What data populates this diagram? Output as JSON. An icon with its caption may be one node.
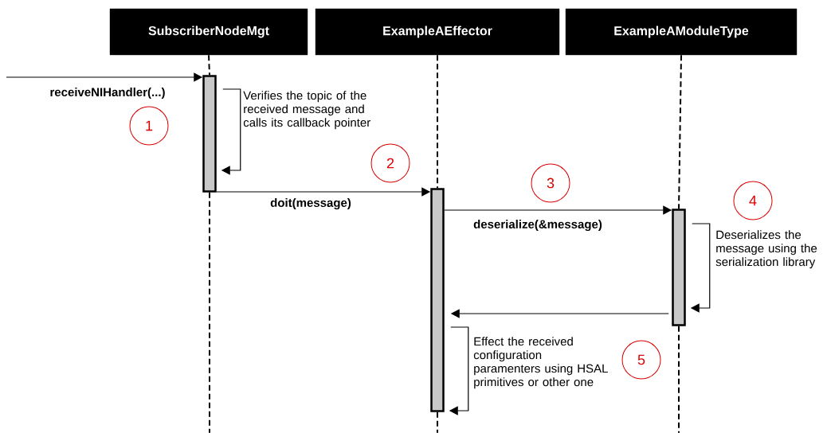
{
  "diagram": {
    "nodes": [
      {
        "text": [
          "SubscriberNodeMgt"
        ]
      },
      {
        "text": [
          "ExampleAEffector"
        ]
      },
      {
        "text": [
          "ExampleAModuleType"
        ]
      },
      {
        "text": [],
        "shape": "bar"
      },
      {
        "text": [],
        "shape": "bar"
      },
      {
        "text": [],
        "shape": "bar"
      },
      {
        "text": [
          "1"
        ]
      },
      {
        "text": [
          "2"
        ]
      },
      {
        "text": [
          "3"
        ]
      },
      {
        "text": [
          "4"
        ]
      },
      {
        "text": [
          "5"
        ]
      }
    ],
    "edges": [
      {
        "from": 0,
        "to": 3,
        "arrow": "none",
        "style": "dashed"
      },
      {
        "from": 1,
        "to": 4,
        "arrow": "none",
        "style": "dashed"
      },
      {
        "from": 2,
        "to": 5,
        "arrow": "none",
        "style": "dashed"
      },
      {
        "from": null,
        "to": 3,
        "arrow": "to",
        "label": "receiveNIHandler(...)"
      },
      {
        "from": 3,
        "to": 3,
        "arrow": "to",
        "label": "Verifies the topic of the received message and calls its callback pointer"
      },
      {
        "from": 3,
        "to": 4,
        "arrow": "to",
        "label": "doit(message)"
      },
      {
        "from": 4,
        "to": 5,
        "arrow": "to",
        "label": "deserialize(&message)"
      },
      {
        "from": 5,
        "to": 5,
        "arrow": "to",
        "label": "Deserializes the message using the serialization library"
      },
      {
        "from": 5,
        "to": 4,
        "arrow": "to"
      },
      {
        "from": 4,
        "to": 4,
        "arrow": "to",
        "label": "Effect the received configuration paramenters using HSAL primitives or other one"
      }
    ]
  }
}
